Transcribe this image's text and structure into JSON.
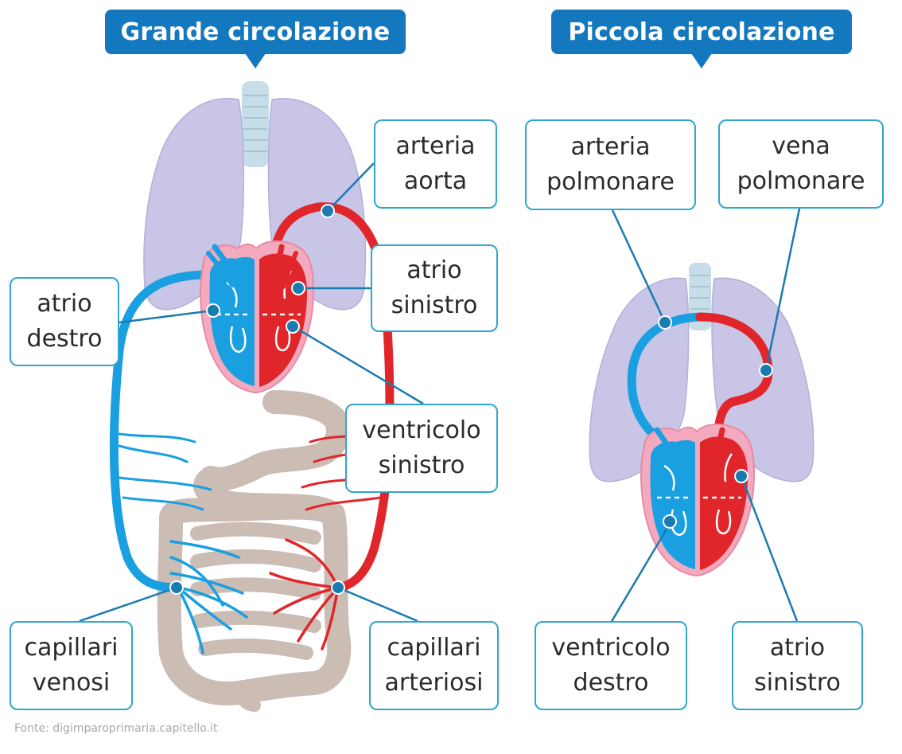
{
  "titles": {
    "grande": "Grande circolazione",
    "piccola": "Piccola circolazione"
  },
  "labels": {
    "arteria_aorta": [
      "arteria",
      "aorta"
    ],
    "atrio_sinistro_grande": [
      "atrio",
      "sinistro"
    ],
    "atrio_destro": [
      "atrio",
      "destro"
    ],
    "ventricolo_sinistro": [
      "ventricolo",
      "sinistro"
    ],
    "capillari_venosi": [
      "capillari",
      "venosi"
    ],
    "capillari_arteriosi": [
      "capillari",
      "arteriosi"
    ],
    "arteria_polmonare": [
      "arteria",
      "polmonare"
    ],
    "vena_polmonare": [
      "vena",
      "polmonare"
    ],
    "ventricolo_destro": [
      "ventricolo",
      "destro"
    ],
    "atrio_sinistro_piccola": [
      "atrio",
      "sinistro"
    ]
  },
  "source": "Fonte: digimparoprimaria.capitello.it",
  "colors": {
    "banner": "#1478bf",
    "box_border": "#2fa6cf",
    "venous_blue": "#1a9fe0",
    "arterial_red": "#e0262b",
    "lung": "#c8c5e6",
    "intestine": "#cbbcb4",
    "trachea": "#c7dde8",
    "leader_line": "#1a7bb0",
    "heart_outline": "#f3a9be"
  }
}
